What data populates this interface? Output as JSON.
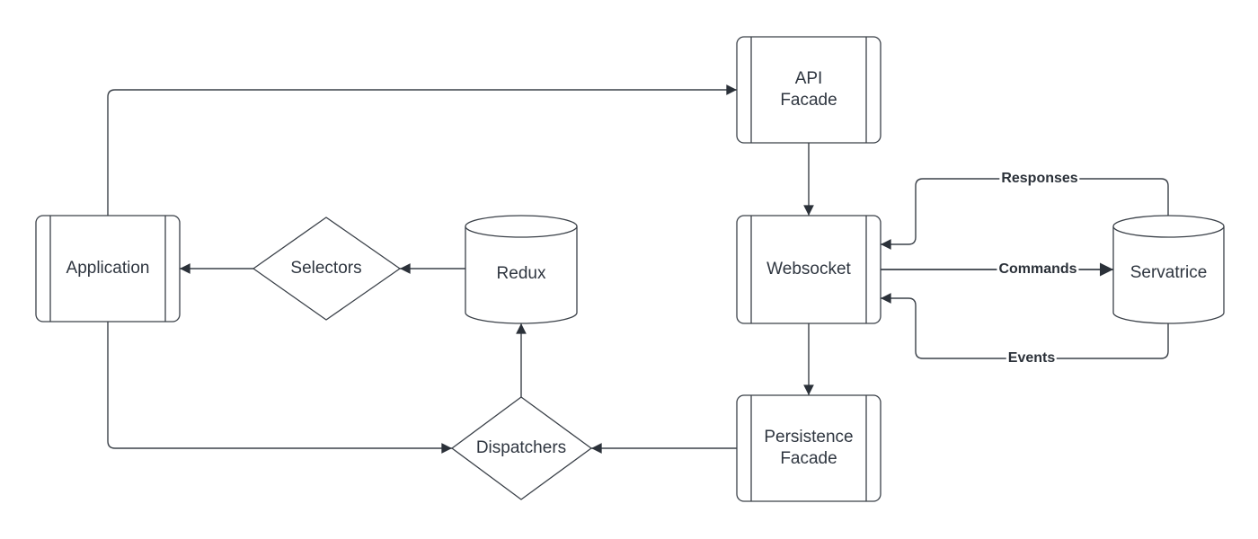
{
  "diagram": {
    "nodes": {
      "application": {
        "label": "Application",
        "type": "process"
      },
      "selectors": {
        "label": "Selectors",
        "type": "decision"
      },
      "redux": {
        "label": "Redux",
        "type": "database"
      },
      "api_facade": {
        "line1": "API",
        "line2": "Facade",
        "type": "process"
      },
      "websocket": {
        "label": "Websocket",
        "type": "process"
      },
      "servatrice": {
        "label": "Servatrice",
        "type": "database"
      },
      "persistence_facade": {
        "line1": "Persistence",
        "line2": "Facade",
        "type": "process"
      },
      "dispatchers": {
        "label": "Dispatchers",
        "type": "decision"
      }
    },
    "edge_labels": {
      "responses": "Responses",
      "commands": "Commands",
      "events": "Events"
    },
    "colors": {
      "stroke": "#3a4048",
      "text": "#2f3640",
      "background": "#ffffff"
    }
  }
}
